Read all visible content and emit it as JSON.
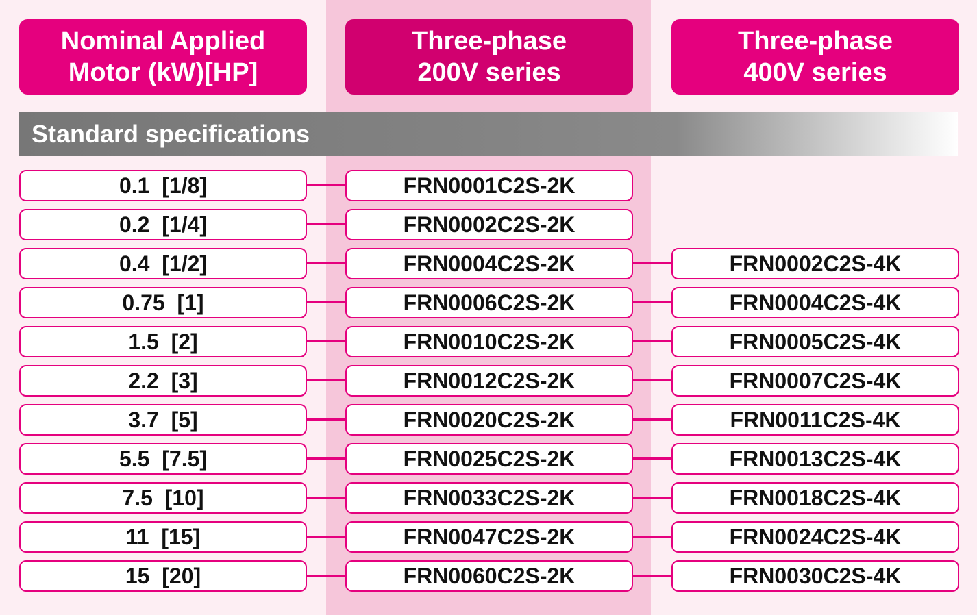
{
  "headers": {
    "motor": {
      "line1": "Nominal Applied",
      "line2": "Motor (kW)[HP]"
    },
    "series200": {
      "line1": "Three-phase",
      "line2": "200V series"
    },
    "series400": {
      "line1": "Three-phase",
      "line2": "400V series"
    }
  },
  "section_title": "Standard specifications",
  "rows": [
    {
      "motor": "0.1  [1/8]",
      "v200": "FRN0001C2S-2K",
      "v400": ""
    },
    {
      "motor": "0.2  [1/4]",
      "v200": "FRN0002C2S-2K",
      "v400": ""
    },
    {
      "motor": "0.4  [1/2]",
      "v200": "FRN0004C2S-2K",
      "v400": "FRN0002C2S-4K"
    },
    {
      "motor": "0.75  [1]",
      "v200": "FRN0006C2S-2K",
      "v400": "FRN0004C2S-4K"
    },
    {
      "motor": "1.5  [2]",
      "v200": "FRN0010C2S-2K",
      "v400": "FRN0005C2S-4K"
    },
    {
      "motor": "2.2  [3]",
      "v200": "FRN0012C2S-2K",
      "v400": "FRN0007C2S-4K"
    },
    {
      "motor": "3.7  [5]",
      "v200": "FRN0020C2S-2K",
      "v400": "FRN0011C2S-4K"
    },
    {
      "motor": "5.5  [7.5]",
      "v200": "FRN0025C2S-2K",
      "v400": "FRN0013C2S-4K"
    },
    {
      "motor": "7.5  [10]",
      "v200": "FRN0033C2S-2K",
      "v400": "FRN0018C2S-4K"
    },
    {
      "motor": "11  [15]",
      "v200": "FRN0047C2S-2K",
      "v400": "FRN0024C2S-4K"
    },
    {
      "motor": "15  [20]",
      "v200": "FRN0060C2S-2K",
      "v400": "FRN0030C2S-4K"
    }
  ],
  "colors": {
    "accent": "#e5007e",
    "header_mid": "#d1006f",
    "band": "#f6c6da",
    "background": "#fdeef3"
  }
}
